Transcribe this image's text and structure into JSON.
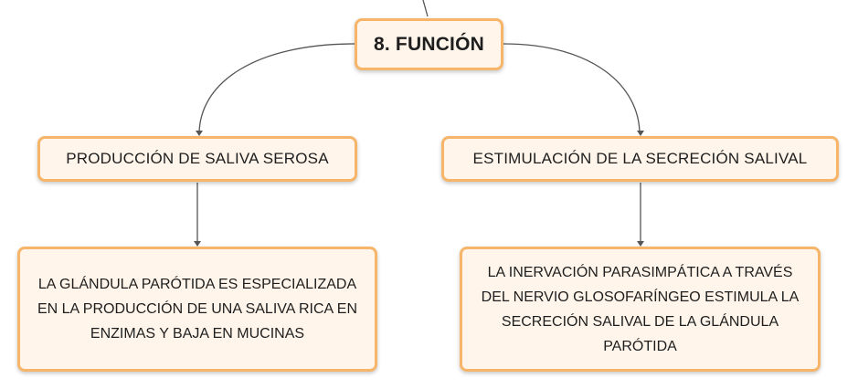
{
  "root": {
    "label": "8. FUNCIÓN"
  },
  "branches": [
    {
      "label": "PRODUCCIÓN DE SALIVA SEROSA",
      "detail": "LA GLÁNDULA PARÓTIDA ES ESPECIALIZADA EN LA PRODUCCIÓN DE UNA SALIVA RICA EN ENZIMAS Y BAJA EN MUCINAS"
    },
    {
      "label": "ESTIMULACIÓN DE LA SECRECIÓN SALIVAL",
      "detail": "LA INERVACIÓN PARASIMPÁTICA A TRAVÉS DEL NERVIO GLOSOFARÍNGEO ESTIMULA LA SECRECIÓN SALIVAL DE LA GLÁNDULA PARÓTIDA"
    }
  ],
  "colors": {
    "node_fill": "#fff5ea",
    "node_border": "#f7b56a",
    "connector": "#555555"
  }
}
